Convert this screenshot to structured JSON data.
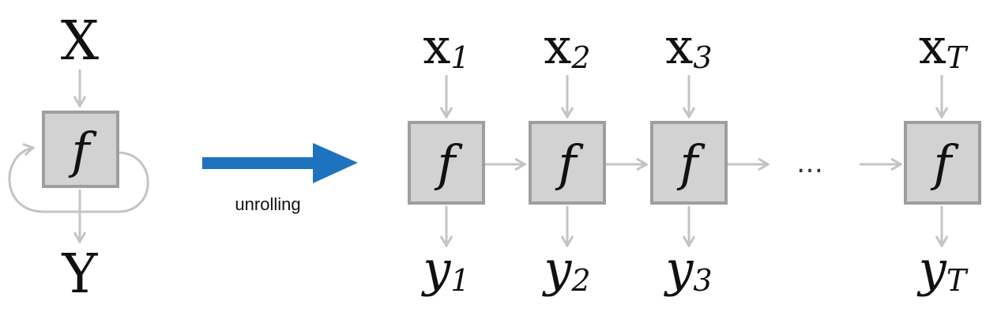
{
  "rolled": {
    "input": "X",
    "function": "f",
    "output": "Y"
  },
  "unroll_label": "unrolling",
  "colors": {
    "accent_arrow": "#1e73be",
    "box_fill": "#d2d2d2",
    "box_stroke": "#9e9e9e",
    "connector": "#c4c4c4"
  },
  "steps": [
    {
      "input": "x",
      "input_sub": "1",
      "function": "f",
      "output": "y",
      "output_sub": "1"
    },
    {
      "input": "x",
      "input_sub": "2",
      "function": "f",
      "output": "y",
      "output_sub": "2"
    },
    {
      "input": "x",
      "input_sub": "3",
      "function": "f",
      "output": "y",
      "output_sub": "3"
    },
    {
      "input": "x",
      "input_sub": "T",
      "function": "f",
      "output": "y",
      "output_sub": "T"
    }
  ],
  "ellipsis": "…"
}
